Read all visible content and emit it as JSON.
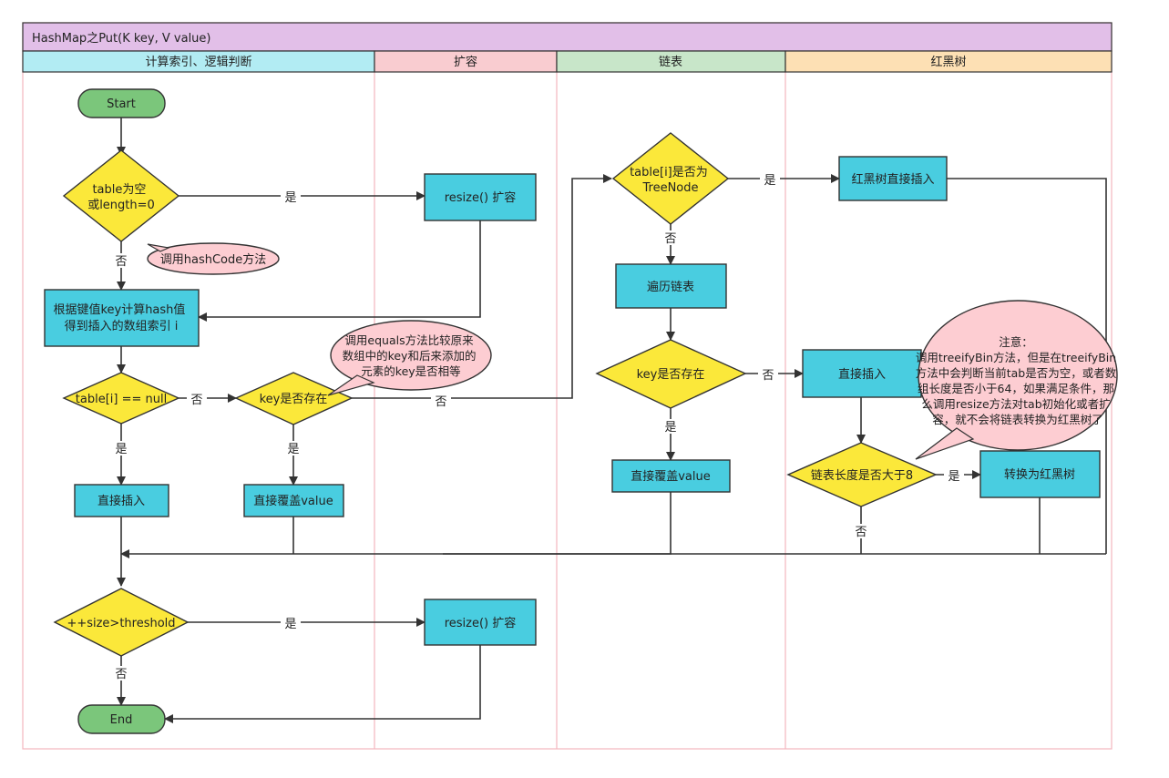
{
  "title": "HashMap之Put(K key, V value)",
  "lanes": [
    "计算索引、逻辑判断",
    "扩容",
    "链表",
    "红黑树"
  ],
  "colors": {
    "title_bg": "#e2bfe8",
    "lane1": "#b2ecf3",
    "lane2": "#f9ccd0",
    "lane3": "#c8e6c9",
    "lane4": "#fde0b4",
    "terminal": "#7bc67b",
    "process": "#49cde0",
    "decision": "#fbe83a",
    "callout": "#fdcdd2"
  },
  "nodes": {
    "start": "Start",
    "end": "End",
    "dec_table_empty": [
      "table为空",
      "或length=0"
    ],
    "resize1": "resize() 扩容",
    "compute_hash": [
      "根据键值key计算hash值",
      "得到插入的数组索引 i"
    ],
    "dec_table_i_null": "table[i] == null",
    "dec_key_exists1": "key是否存在",
    "insert_direct1": "直接插入",
    "overwrite1": "直接覆盖value",
    "dec_size": "++size>threshold",
    "resize2": "resize() 扩容",
    "dec_treenode": [
      "table[i]是否为",
      "TreeNode"
    ],
    "traverse_list": "遍历链表",
    "dec_key_exists2": "key是否存在",
    "overwrite2": "直接覆盖value",
    "rbtree_insert": "红黑树直接插入",
    "insert_direct2": "直接插入",
    "dec_len8": "链表长度是否大于8",
    "to_rbtree": "转换为红黑树"
  },
  "callouts": {
    "hashcode": "调用hashCode方法",
    "equals": [
      "调用equals方法比较原来",
      "数组中的key和后来添加的",
      "元素的key是否相等"
    ],
    "note": [
      "注意：",
      "调用treeifyBin方法，但是在treeifyBin",
      "方法中会判断当前tab是否为空，或者数",
      "组长度是否小于64，如果满足条件，那",
      "么调用resize方法对tab初始化或者扩",
      "容，就不会将链表转换为红黑树了"
    ]
  },
  "edge_labels": {
    "yes": "是",
    "no": "否"
  }
}
